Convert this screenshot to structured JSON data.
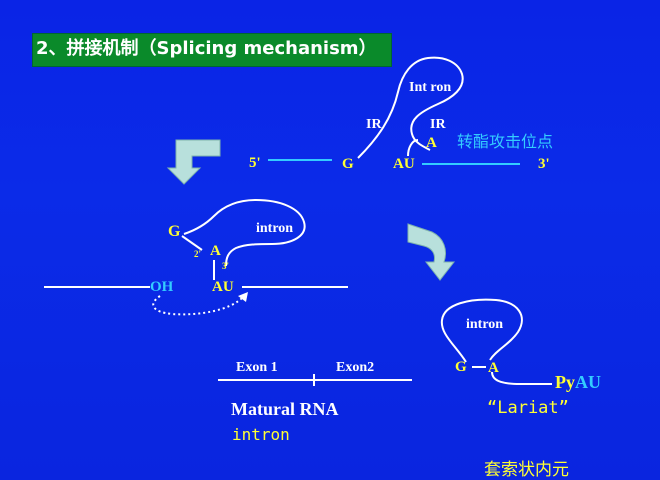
{
  "title": "2、拼接机制（Splicing mechanism）",
  "step1": {
    "intron_label": "Int ron",
    "ir_left": "IR",
    "ir_right": "IR",
    "branch_a": "A",
    "branch_annotation": "转酯攻击位点",
    "five_prime": "5'",
    "g_label": "G",
    "au_label": "AU",
    "three_prime": "3'"
  },
  "step2": {
    "g_label": "G",
    "intron_label": "intron",
    "a_label": "A",
    "two_prime": "2'",
    "three_prime": "3'",
    "oh_label": "OH",
    "au_label": "AU"
  },
  "step3": {
    "intron_label": "intron",
    "g_label": "G",
    "a_label": "A",
    "pyau_py": "Py",
    "pyau_au": "AU",
    "lariat_label": "“Lariat”",
    "lariat_cn": "套索状内元"
  },
  "product": {
    "exon1": "Exon 1",
    "exon2": "Exon2",
    "matural_rna": "Matural RNA",
    "intron_note": "intron"
  },
  "colors": {
    "background": "#0a24e6",
    "title_box": "#0a8a2a",
    "yellow": "#ffff33",
    "cyan": "#33ccff",
    "arrow": "#b8e0dc"
  }
}
